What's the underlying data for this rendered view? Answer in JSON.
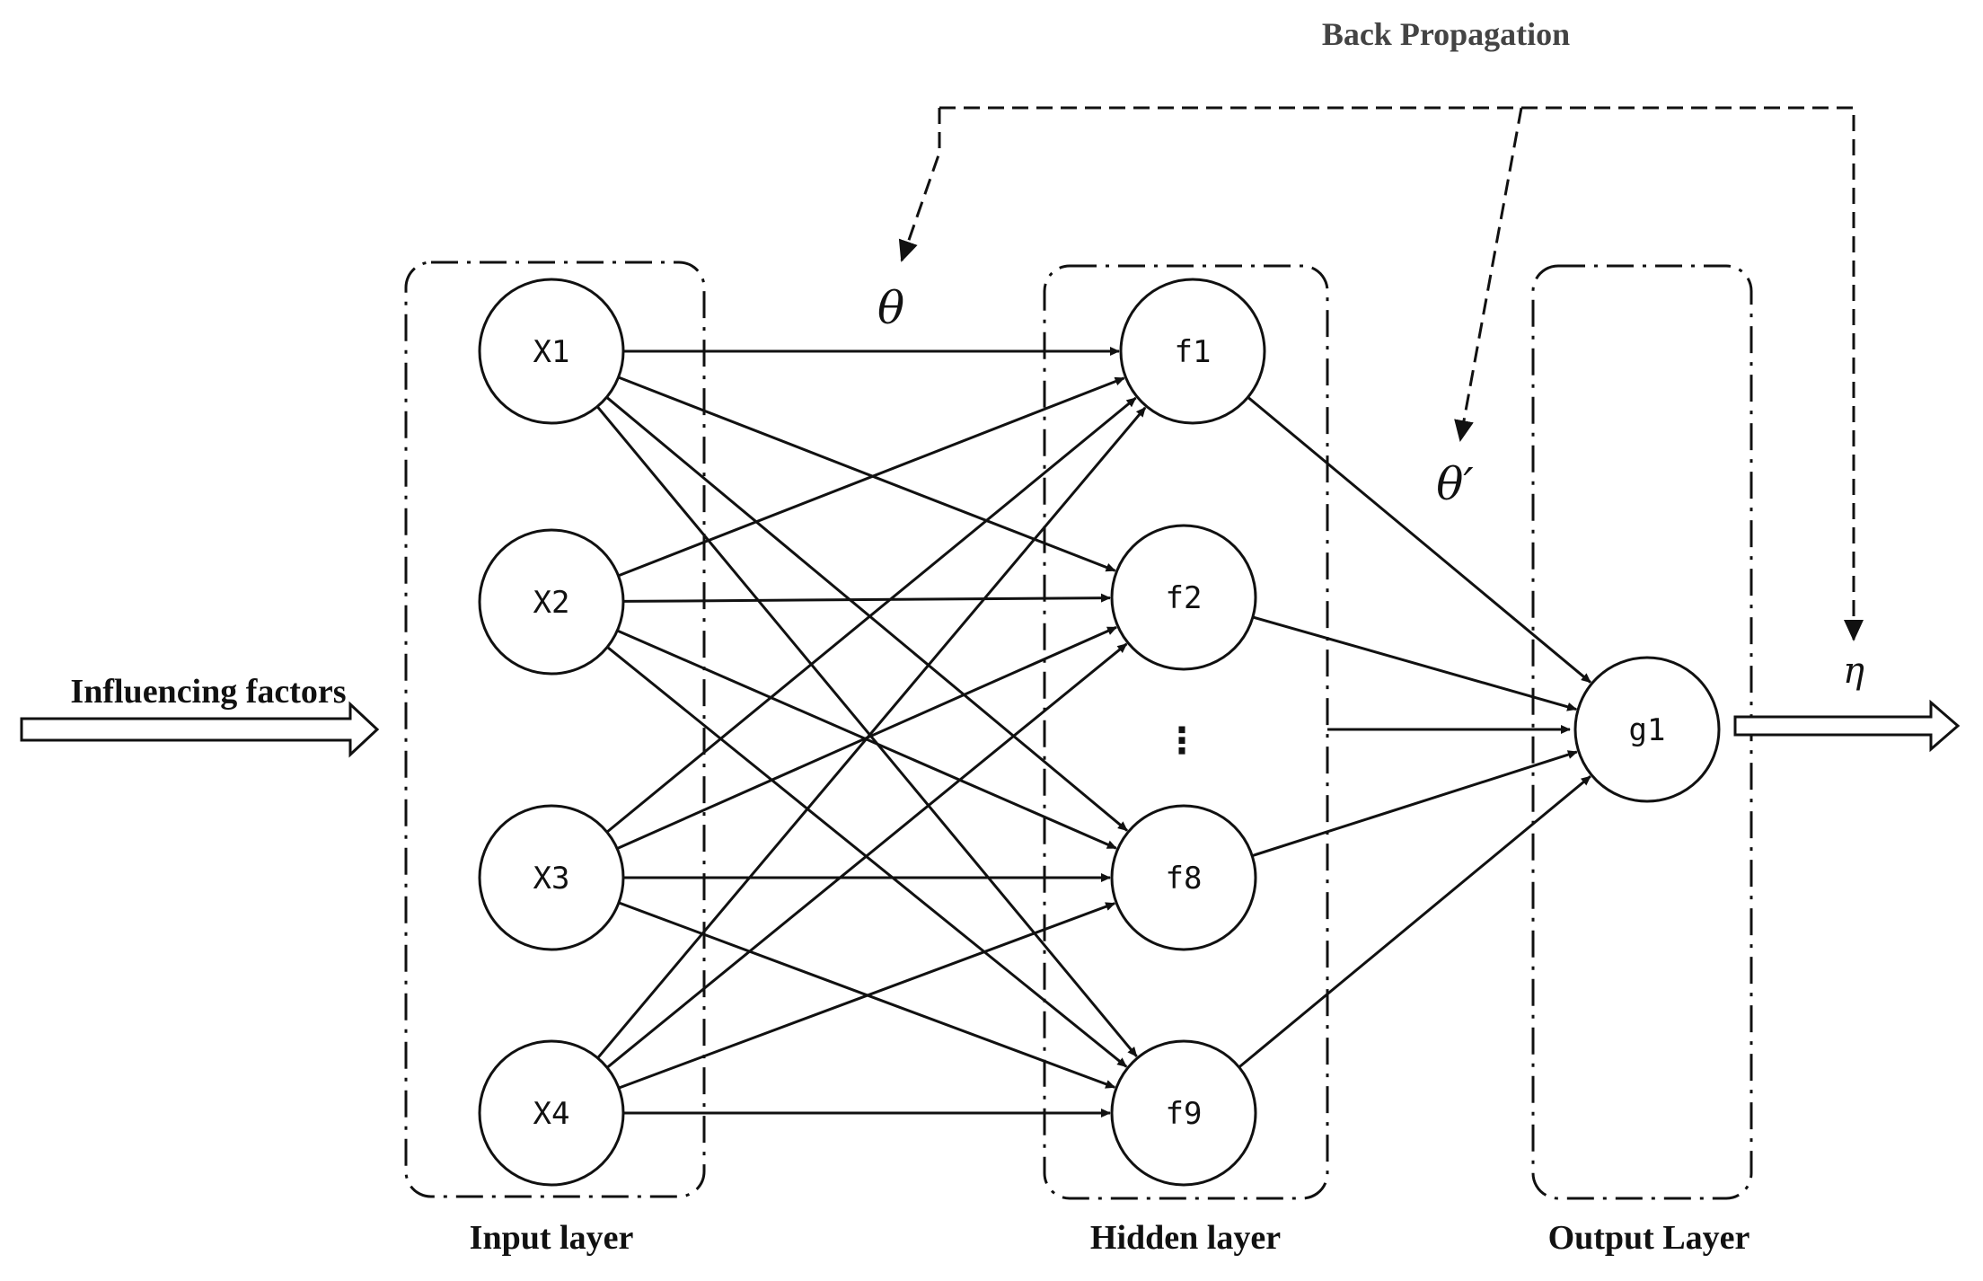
{
  "title": "Back Propagation",
  "input_arrow_label": "Influencing factors",
  "layers": {
    "input": "Input layer",
    "hidden": "Hidden layer",
    "output": "Output Layer"
  },
  "nodes": {
    "input": [
      "X1",
      "X2",
      "X3",
      "X4"
    ],
    "hidden": [
      "f1",
      "f2",
      "f8",
      "f9"
    ],
    "output": [
      "g1"
    ]
  },
  "ellipsis": "⋮",
  "params": {
    "theta": "θ",
    "theta_prime": "θ′",
    "eta": "η"
  }
}
